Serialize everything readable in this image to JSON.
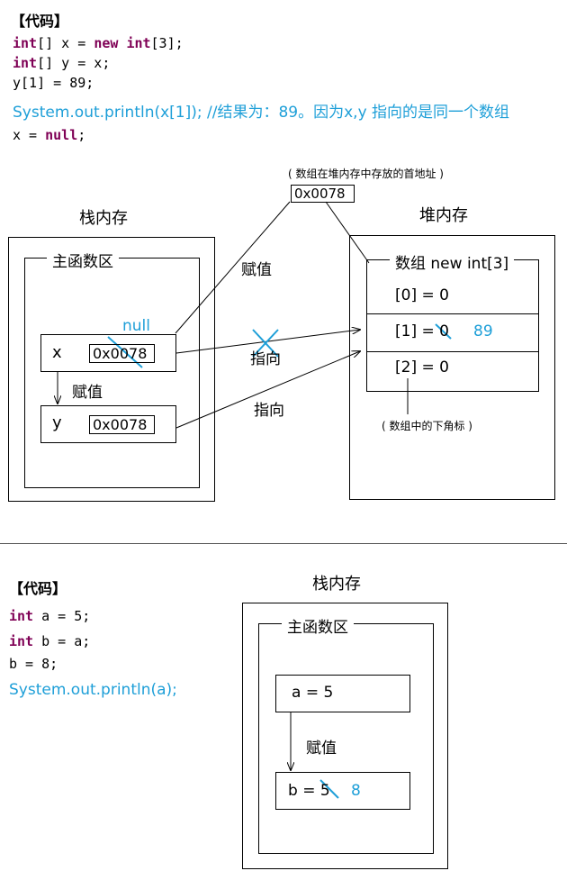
{
  "section1": {
    "header": "【代码】",
    "code": [
      {
        "kw": "int",
        "rest": "[] x = ",
        "kw2": "new",
        "kw2b": "int",
        "rest2": "[3];"
      },
      {
        "kw": "int",
        "rest": "[] y = x;"
      },
      {
        "plain": "y[1] = 89;"
      }
    ],
    "println_line": "System.out.println(x[1]);  //结果为：89。因为x,y 指向的是同一个数组",
    "null_line_prefix": "x = ",
    "null_line_kw": "null",
    "null_line_suffix": ";",
    "stack_title": "栈内存",
    "heap_title": "堆内存",
    "main_area": "主函数区",
    "address_note": "( 数组在堆内存中存放的首地址 )",
    "address": "0x0078",
    "assign_label": "赋值",
    "assign_label2": "赋值",
    "point_label": "指向",
    "point_label2": "指向",
    "var_x": "x",
    "var_x_addr": "0x0078",
    "var_x_null": "null",
    "var_y": "y",
    "var_y_addr": "0x0078",
    "array_title": "数组 new int[3]",
    "cells": [
      "[0] = 0",
      "[1] = 0",
      "[2] = 0"
    ],
    "cell1_new": "89",
    "index_note": "( 数组中的下角标 )"
  },
  "section2": {
    "header": "【代码】",
    "code": [
      {
        "kw": "int",
        "rest": " a = 5;"
      },
      {
        "kw": "int",
        "rest": " b = a;"
      },
      {
        "plain": "b = 8;"
      }
    ],
    "println_line": "System.out.println(a);",
    "stack_title": "栈内存",
    "main_area": "主函数区",
    "var_a": "a = 5",
    "assign_label": "赋值",
    "var_b": "b = 5",
    "var_b_new": "8"
  },
  "colors": {
    "keyword": "#7f0055",
    "highlight": "#1e9fd8"
  }
}
